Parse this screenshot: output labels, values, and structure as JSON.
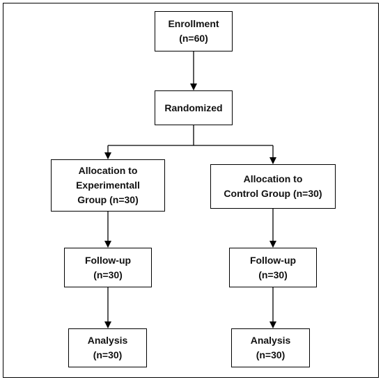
{
  "flowchart": {
    "enrollment": {
      "line1": "Enrollment",
      "line2": "(n=60)"
    },
    "randomized": {
      "line1": "Randomized"
    },
    "experimental_allocation": {
      "line1": "Allocation to",
      "line2": "Experimentall",
      "line3": "Group (n=30)"
    },
    "control_allocation": {
      "line1": "Allocation to",
      "line2": "Control Group (n=30)"
    },
    "experimental_followup": {
      "line1": "Follow-up",
      "line2": "(n=30)"
    },
    "control_followup": {
      "line1": "Follow-up",
      "line2": "(n=30)"
    },
    "experimental_analysis": {
      "line1": "Analysis",
      "line2": "(n=30)"
    },
    "control_analysis": {
      "line1": "Analysis",
      "line2": "(n=30)"
    }
  },
  "colors": {
    "line": "#000000",
    "text": "#111111",
    "background": "#ffffff"
  }
}
